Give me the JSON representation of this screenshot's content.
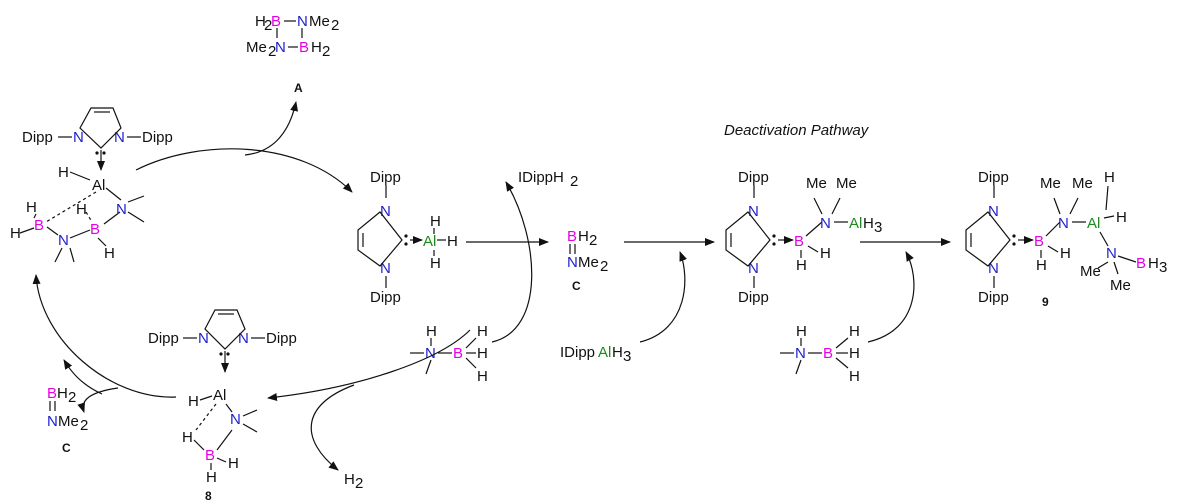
{
  "colors": {
    "boron": "#e600e6",
    "nitrogen": "#1f1fcc",
    "aluminium": "#1a8a1a",
    "ink": "#111111"
  },
  "title": "Deactivation Pathway",
  "labels": {
    "A": "A",
    "C_top": "C",
    "C_left": "C",
    "eight": "8",
    "nine": "9"
  },
  "atoms": {
    "B": "B",
    "N": "N",
    "Al": "Al",
    "H": "H"
  },
  "groups": {
    "dipp": "Dipp",
    "me": "Me",
    "h2_sub": "H",
    "me2": "Me",
    "sub2": "2",
    "sub3": "3"
  },
  "species": {
    "idipph2": "IDippH",
    "idippalh3_pre": "IDipp",
    "h2": "H",
    "alh3_h": "H"
  }
}
